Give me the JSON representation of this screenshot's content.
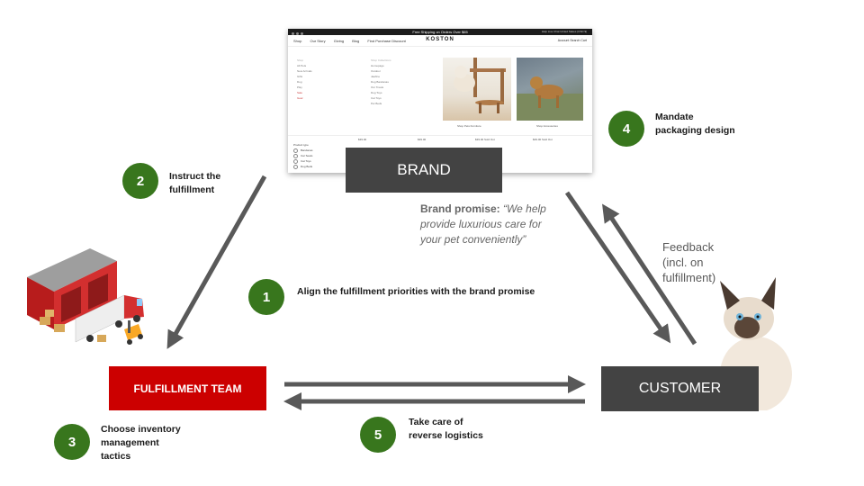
{
  "website": {
    "promo_text": "Free Shipping on Orders Over $65",
    "promo_right": "Help Live Chat   United States (USD $)",
    "logo": "KOSTON",
    "nav_links": [
      "Shop",
      "Our Story",
      "Giving",
      "Blog",
      "Find Purchase Discount"
    ],
    "account_text": "Account   Search   Cart",
    "menu_col1_header": "Shop",
    "menu_col1": [
      "All Pets",
      "New Arrivals",
      "Gifts",
      "Dog",
      "Play",
      "Sale",
      "Gear"
    ],
    "menu_col2_header": "Shop Collections",
    "menu_col2": [
      "Homepage",
      "Outdoor",
      "Jawline",
      "Dog Bandanas",
      "Our Treats",
      "Dog Toys",
      "Cat Toys",
      "Pet Beds"
    ],
    "caption_1": "Shop Pets Furniture",
    "caption_2": "Shop Accessories",
    "prices": [
      "$39.00",
      "$39.00",
      "$39.00  Sold Out",
      "$39.00  Sold Out"
    ],
    "filter_header": "Product type",
    "filter_options": [
      "Bandanas",
      "Car Seats",
      "Cat Toys",
      "Dog Beds"
    ]
  },
  "boxes": {
    "brand": "BRAND",
    "fulfillment": "FULFILLMENT TEAM",
    "customer": "CUSTOMER"
  },
  "steps": [
    {
      "num": "1",
      "label": "Align the fulfillment priorities with the brand promise"
    },
    {
      "num": "2",
      "label_line1": "Instruct the",
      "label_line2": "fulfillment"
    },
    {
      "num": "3",
      "label_line1": "Choose inventory",
      "label_line2": "management",
      "label_line3": "tactics"
    },
    {
      "num": "4",
      "label_line1": "Mandate",
      "label_line2": "packaging design"
    },
    {
      "num": "5",
      "label_line1": "Take care of",
      "label_line2": "reverse logistics"
    }
  ],
  "brand_promise": {
    "label": "Brand promise:",
    "quote_line1": "“We help",
    "quote_line2": "provide luxurious care for",
    "quote_line3": "your pet conveniently”"
  },
  "feedback": {
    "line1": "Feedback",
    "line2": "(incl. on",
    "line3": "fulfillment)"
  },
  "colors": {
    "brand_box": "#434343",
    "fulfillment_box": "#cc0000",
    "customer_box": "#434343",
    "step_circle": "#38761d",
    "arrow": "#595959"
  }
}
